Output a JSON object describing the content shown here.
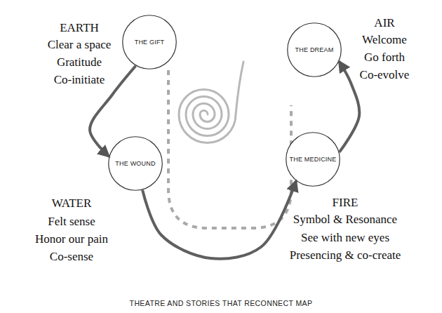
{
  "diagram": {
    "caption": "THEATRE AND STORIES THAT RECONNECT MAP",
    "nodes": [
      {
        "text": [
          "THE GIFT",
          "EARTH",
          "Clear a space",
          "Gratitude",
          "Co-initiate"
        ]
      },
      {
        "text": [
          "THE WOUND",
          "WATER",
          "Felt sense",
          "Honor our pain",
          "Co-sense"
        ]
      },
      {
        "text": [
          "THE MEDICINE",
          "FIRE",
          "Symbol & Resonance",
          "See with new eyes",
          "Presencing & co-create"
        ]
      },
      {
        "text": [
          "THE DREAM",
          "AIR",
          "Welcome",
          "Go forth",
          "Co-evolve"
        ]
      }
    ],
    "edges": [
      {
        "from": 0,
        "to": 1,
        "arrow": "to"
      },
      {
        "from": 1,
        "to": 2,
        "arrow": "to"
      },
      {
        "from": 2,
        "to": 3,
        "arrow": "to"
      }
    ]
  }
}
